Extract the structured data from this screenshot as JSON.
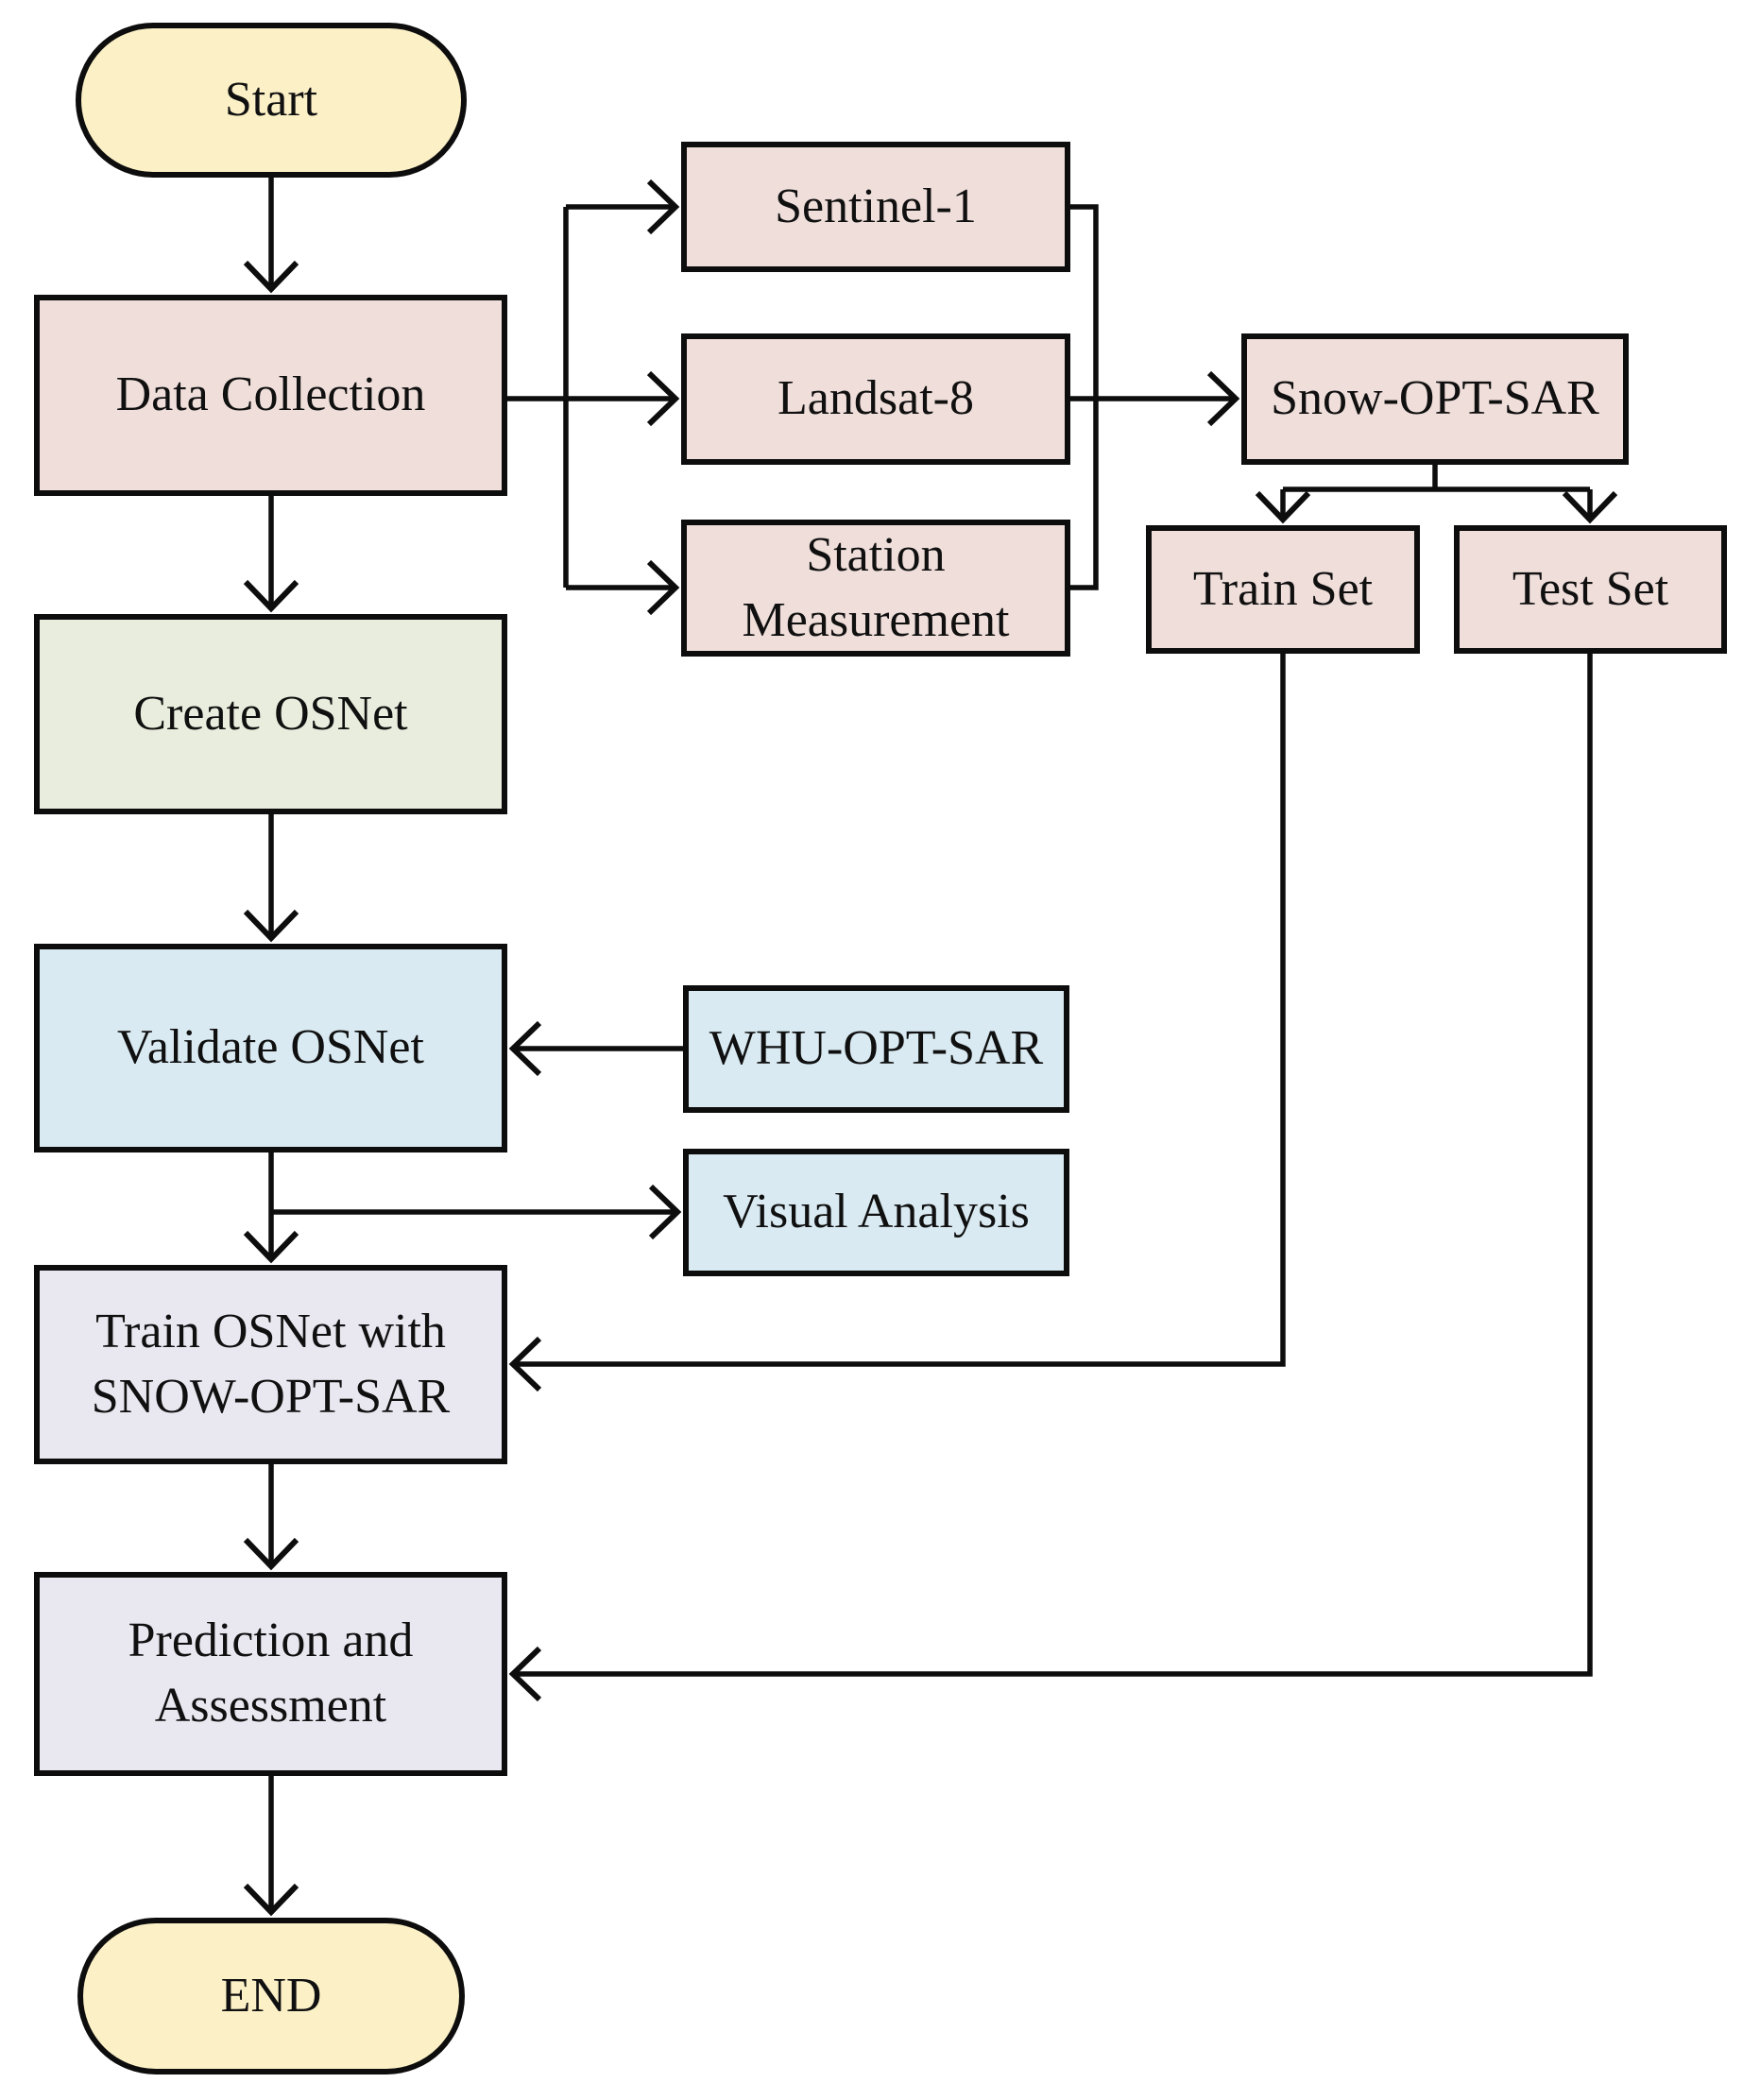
{
  "diagram": {
    "type": "flowchart",
    "nodes": {
      "start": {
        "label": "Start",
        "fill": "#fbf0c6",
        "shape": "terminator"
      },
      "data_collection": {
        "label": "Data Collection",
        "fill": "#efdeda",
        "shape": "process"
      },
      "sentinel": {
        "label": "Sentinel-1",
        "fill": "#efdeda",
        "shape": "process"
      },
      "landsat": {
        "label": "Landsat-8",
        "fill": "#efdeda",
        "shape": "process"
      },
      "station": {
        "label": "Station\nMeasurement",
        "fill": "#efdeda",
        "shape": "process"
      },
      "snow_opt_sar": {
        "label": "Snow-OPT-SAR",
        "fill": "#efdeda",
        "shape": "process"
      },
      "train_set": {
        "label": "Train Set",
        "fill": "#efdeda",
        "shape": "process"
      },
      "test_set": {
        "label": "Test Set",
        "fill": "#efdeda",
        "shape": "process"
      },
      "create_osnet": {
        "label": "Create OSNet",
        "fill": "#e9eddd",
        "shape": "process"
      },
      "validate_osnet": {
        "label": "Validate OSNet",
        "fill": "#d9eaf2",
        "shape": "process"
      },
      "whu_opt_sar": {
        "label": "WHU-OPT-SAR",
        "fill": "#d9eaf2",
        "shape": "process"
      },
      "visual_analysis": {
        "label": "Visual Analysis",
        "fill": "#d9eaf2",
        "shape": "process"
      },
      "train_osnet": {
        "label": "Train OSNet with\nSNOW-OPT-SAR",
        "fill": "#e9e7f0",
        "shape": "process"
      },
      "prediction": {
        "label": "Prediction and\nAssessment",
        "fill": "#e9e7f0",
        "shape": "process"
      },
      "end": {
        "label": "END",
        "fill": "#fbf0c6",
        "shape": "terminator"
      }
    },
    "edges": [
      {
        "from": "start",
        "to": "data_collection"
      },
      {
        "from": "data_collection",
        "to": "sentinel"
      },
      {
        "from": "data_collection",
        "to": "landsat"
      },
      {
        "from": "data_collection",
        "to": "station"
      },
      {
        "from": "sentinel",
        "to": "snow_opt_sar"
      },
      {
        "from": "landsat",
        "to": "snow_opt_sar"
      },
      {
        "from": "station",
        "to": "snow_opt_sar"
      },
      {
        "from": "snow_opt_sar",
        "to": "train_set"
      },
      {
        "from": "snow_opt_sar",
        "to": "test_set"
      },
      {
        "from": "data_collection",
        "to": "create_osnet"
      },
      {
        "from": "create_osnet",
        "to": "validate_osnet"
      },
      {
        "from": "whu_opt_sar",
        "to": "validate_osnet"
      },
      {
        "from": "validate_osnet",
        "to": "visual_analysis"
      },
      {
        "from": "validate_osnet",
        "to": "train_osnet"
      },
      {
        "from": "train_set",
        "to": "train_osnet"
      },
      {
        "from": "train_osnet",
        "to": "prediction"
      },
      {
        "from": "test_set",
        "to": "prediction"
      },
      {
        "from": "prediction",
        "to": "end"
      }
    ]
  },
  "colors": {
    "line": "#0d0d0d",
    "terminator_yellow": "#fbf0c6",
    "data_pink": "#efdeda",
    "create_green": "#e9eddd",
    "validate_blue": "#d9eaf2",
    "train_lavender": "#e9e7f0",
    "background": "#ffffff"
  }
}
